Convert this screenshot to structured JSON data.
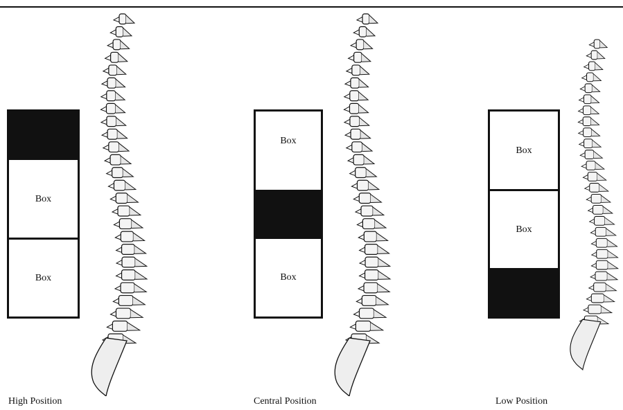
{
  "panels": [
    {
      "caption": "High Position",
      "cells": [
        {
          "type": "weight",
          "label": ""
        },
        {
          "type": "box",
          "label": "Box"
        },
        {
          "type": "box",
          "label": "Box"
        }
      ]
    },
    {
      "caption": "Central Position",
      "cells": [
        {
          "type": "box",
          "label": "Box"
        },
        {
          "type": "weight",
          "label": ""
        },
        {
          "type": "box",
          "label": "Box"
        }
      ]
    },
    {
      "caption": "Low Position",
      "cells": [
        {
          "type": "box",
          "label": "Box"
        },
        {
          "type": "box",
          "label": "Box"
        },
        {
          "type": "weight",
          "label": ""
        }
      ]
    }
  ],
  "colors": {
    "ink": "#111111",
    "background": "#ffffff"
  }
}
